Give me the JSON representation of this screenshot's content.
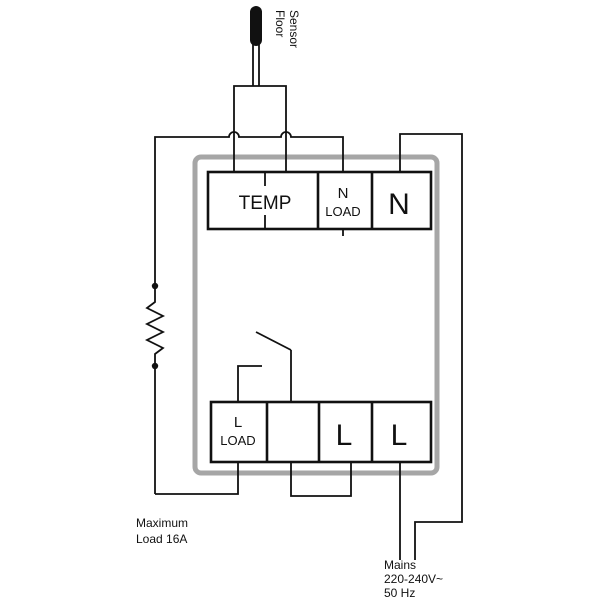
{
  "sensor": {
    "label_line1": "Floor",
    "label_line2": "Sensor"
  },
  "terminals_top": {
    "temp": "TEMP",
    "n_load_top": "N",
    "n_load_bottom": "LOAD",
    "n": "N"
  },
  "terminals_bottom": {
    "l_load_top": "L",
    "l_load_bottom": "LOAD",
    "l1": "L",
    "l2": "L"
  },
  "load_note": {
    "line1": "Maximum",
    "line2": "Load 16A"
  },
  "mains": {
    "line1": "Mains",
    "line2": "220-240V~",
    "line3": "50 Hz"
  },
  "colors": {
    "line": "#111111",
    "housing": "#a6a6a6",
    "background": "#ffffff"
  }
}
